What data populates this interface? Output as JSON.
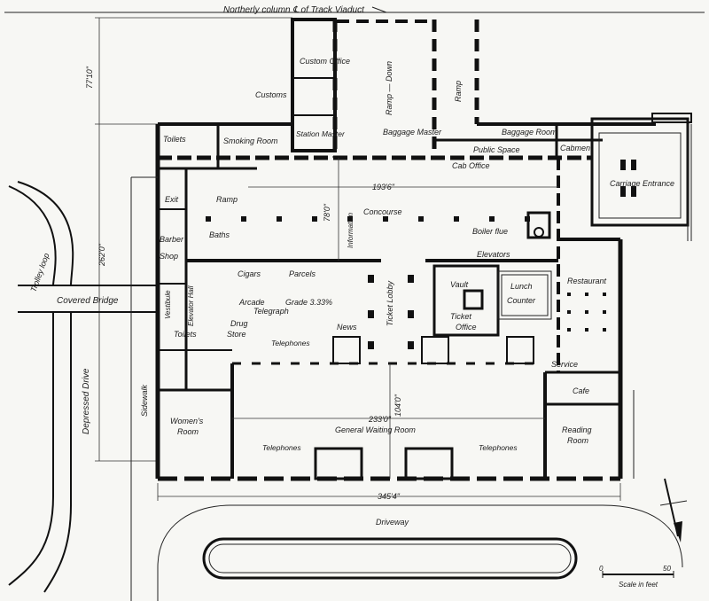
{
  "labels": {
    "track_viaduct": "Northerly column ℄ of Track Viaduct",
    "custom_office": "Custom Office",
    "customs": "Customs",
    "ramp_down": "Ramp — Down",
    "ramp_up": "Ramp",
    "toilets_top": "Toilets",
    "smoking_room": "Smoking Room",
    "station_master": "Station Master",
    "baggage_master": "Baggage Master",
    "baggage_room": "Baggage Room",
    "public_space": "Public Space",
    "cabmen": "Cabmen",
    "cab_office": "Cab Office",
    "carriage_entrance": "Carriage Entrance",
    "exit": "Exit",
    "ramp_left": "Ramp",
    "concourse": "Concourse",
    "information": "Information",
    "boiler_flue": "Boiler flue",
    "barber_shop_1": "Barber",
    "barber_shop_2": "Shop",
    "baths": "Baths",
    "elevators": "Elevators",
    "cigars": "Cigars",
    "parcels": "Parcels",
    "ticket_lobby": "Ticket Lobby",
    "vault": "Vault",
    "lunch_counter_1": "Lunch",
    "lunch_counter_2": "Counter",
    "restaurant": "Restaurant",
    "vestibule": "Vestibule",
    "elevator_hall": "Elevator Hall",
    "arcade": "Arcade",
    "grade": "Grade 3.33%",
    "telegraph": "Telegraph",
    "drug_store_1": "Drug",
    "drug_store_2": "Store",
    "telephones_1": "Telephones",
    "news": "News",
    "ticket_office_1": "Ticket",
    "ticket_office_2": "Office",
    "toilets_mid": "Toilets",
    "service": "Service",
    "cafe": "Cafe",
    "covered_bridge": "Covered Bridge",
    "trolley_loop": "Trolley loop",
    "depressed_drive": "Depressed Drive",
    "sidewalk": "Sidewalk",
    "womens_room_1": "Women's",
    "womens_room_2": "Room",
    "general_waiting_room": "General Waiting Room",
    "reading_room_1": "Reading",
    "reading_room_2": "Room",
    "telephones_2": "Telephones",
    "telephones_3": "Telephones",
    "driveway": "Driveway",
    "scale": "Scale in feet",
    "scale_0": "0",
    "scale_50": "50"
  },
  "dimensions": {
    "d_77_10": "77'10\"",
    "d_262_0": "262'0\"",
    "d_193_6": "193'6\"",
    "d_78_0": "78'0\"",
    "d_233_0": "233'0\"",
    "d_104_0": "104'0\"",
    "d_345_4": "345'4\""
  }
}
